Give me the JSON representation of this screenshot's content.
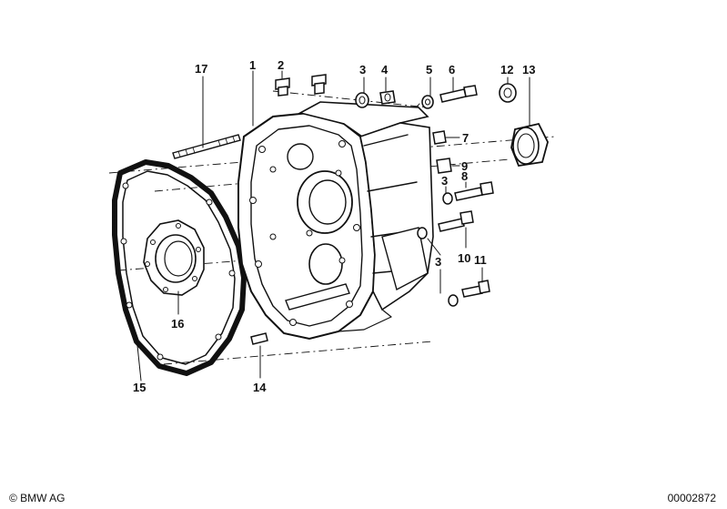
{
  "callouts": {
    "c1": "1",
    "c2": "2",
    "c3a": "3",
    "c4": "4",
    "c5": "5",
    "c6": "6",
    "c7": "7",
    "c8": "8",
    "c9": "9",
    "c3b": "3",
    "c10": "10",
    "c3c": "3",
    "c11": "11",
    "c12": "12",
    "c13": "13",
    "c14": "14",
    "c15": "15",
    "c16": "16",
    "c17": "17"
  },
  "footer": {
    "copyright": "© BMW AG",
    "doc_number": "00002872"
  }
}
